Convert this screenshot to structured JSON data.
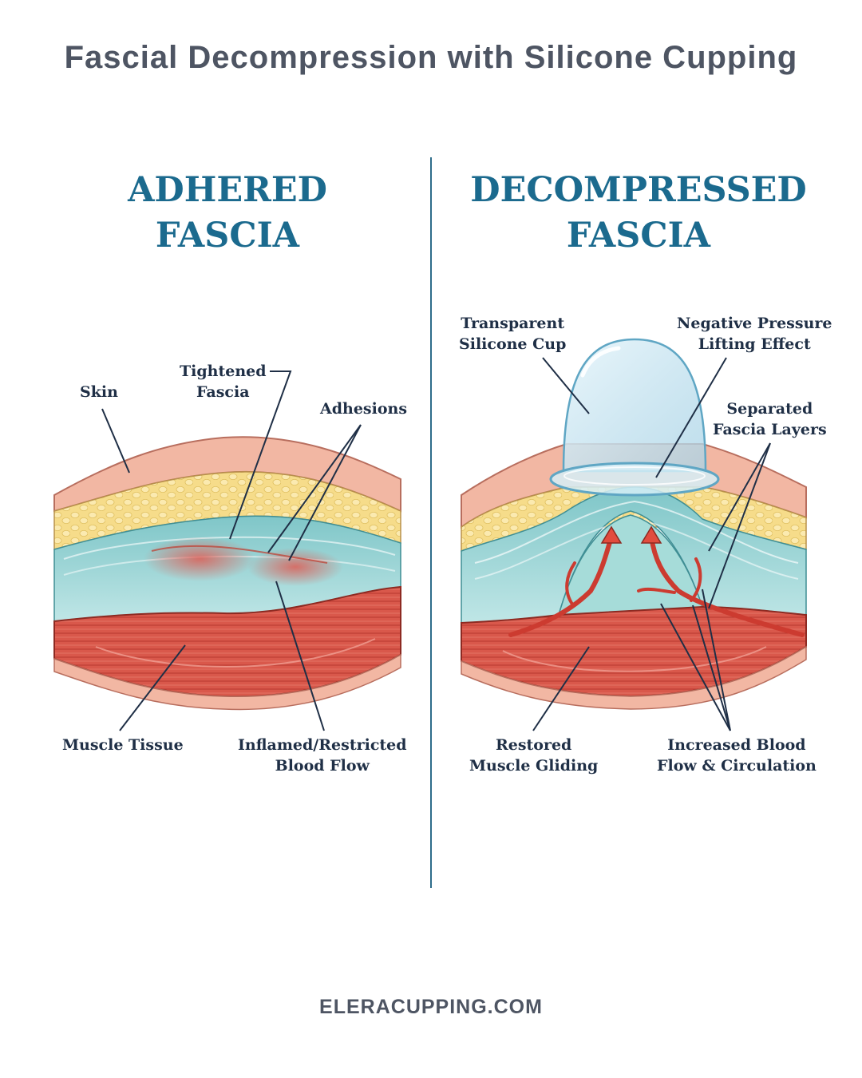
{
  "title": "Fascial Decompression with Silicone Cupping",
  "left_panel": {
    "heading": [
      "ADHERED",
      "FASCIA"
    ],
    "labels": {
      "skin": "Skin",
      "tightened_fascia": [
        "Tightened",
        "Fascia"
      ],
      "adhesions": "Adhesions",
      "muscle_tissue": "Muscle Tissue",
      "inflamed_flow": [
        "Inflamed/Restricted",
        "Blood Flow"
      ]
    }
  },
  "right_panel": {
    "heading": [
      "DECOMPRESSED",
      "FASCIA"
    ],
    "labels": {
      "silicone_cup": [
        "Transparent",
        "Silicone Cup"
      ],
      "negative_pressure": [
        "Negative Pressure",
        "Lifting Effect"
      ],
      "separated_layers": [
        "Separated",
        "Fascia Layers"
      ],
      "muscle_gliding": [
        "Restored",
        "Muscle Gliding"
      ],
      "increased_flow": [
        "Increased Blood",
        "Flow & Circulation"
      ]
    }
  },
  "footer": "ELERACUPPING.COM",
  "colors": {
    "title": "#4e5563",
    "heading": "#1b6a8e",
    "label": "#1f2f46",
    "skin": "#f2b7a3",
    "fat": "#f6dc8a",
    "fascia": "#8ccfcf",
    "muscle": "#d9584b",
    "divider": "#2e6d8a"
  }
}
